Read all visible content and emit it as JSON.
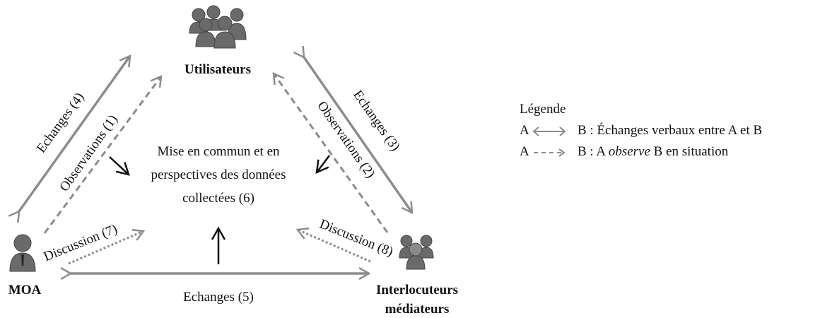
{
  "nodes": {
    "users": "Utilisateurs",
    "moa": "MOA",
    "interlocutors_line1": "Interlocuteurs",
    "interlocutors_line2": "médiateurs"
  },
  "center": {
    "line1": "Mise en commun et en",
    "line2": "perspectives des données",
    "line3": "collectées (6)"
  },
  "edges": {
    "e4": "Echanges (4)",
    "o1": "Observations (1)",
    "e3": "Echanges (3)",
    "o2": "Observations (2)",
    "d7": "Discussion (7)",
    "d8": "Discussion (8)",
    "e5": "Echanges (5)"
  },
  "legend": {
    "title": "Légende",
    "row1_a": "A",
    "row1_text": "B : Échanges verbaux entre A et B",
    "row2_a": "A",
    "row2_pre": "B : A ",
    "row2_em": "observe",
    "row2_post": " B en situation"
  },
  "colors": {
    "arrow_gray": "#8c8c8c",
    "black": "#111111",
    "icon_dark": "#6a6a6a"
  }
}
